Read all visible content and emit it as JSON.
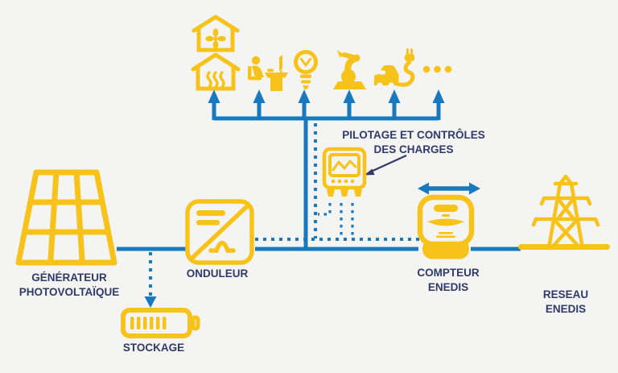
{
  "title": "Schéma d'installation photovoltaïque",
  "colors": {
    "yellow": "#F7C31A",
    "blue": "#1879BF",
    "navy": "#2F3A68",
    "background": "#F4F4F2"
  },
  "labels": {
    "generator": "GÉNÉRATEUR\nPHOTOVOLTAÏQUE",
    "inverter": "ONDULEUR",
    "storage": "STOCKAGE",
    "load_control": "PILOTAGE ET CONTRÔLES\nDES CHARGES",
    "meter": "COMPTEUR\nENEDIS",
    "grid": "RESEAU\nENEDIS"
  },
  "icons": {
    "house_ventilation": "house with ventilation fan",
    "house_heating": "house with heating waves",
    "office_equipment": "person working at desk with computer",
    "lighting": "lightbulb",
    "industrial_robot": "robot arm",
    "ev_charging": "electric car with charging plug",
    "more_loads": "ellipsis (other loads)",
    "solar_panel": "photovoltaic panel",
    "inverter": "inverter with sine wave",
    "battery": "storage battery",
    "load_controller": "load control device with screen",
    "energy_meter": "Enedis smart meter",
    "transmission_tower": "electricity pylon",
    "bidirectional_arrow": "two-way energy flow arrow"
  }
}
